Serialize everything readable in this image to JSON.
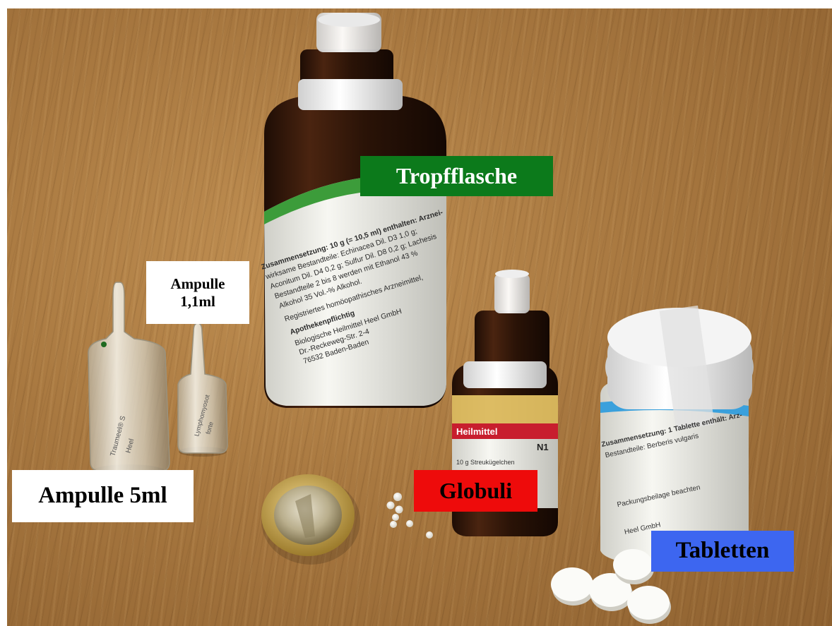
{
  "labels": {
    "tropfflasche": "Tropfflasche",
    "ampulle_small_line1": "Ampulle",
    "ampulle_small_line2": "1,1ml",
    "ampulle_large": "Ampulle 5ml",
    "globuli": "Globuli",
    "tabletten": "Tabletten"
  },
  "bottle_label": {
    "line1": "Zusammensetzung: 10 g (= 10,5 ml) enthalten: Arznei-",
    "line2": "wirksame Bestandteile: Echinacea Dil. D3 1,0 g;",
    "line3": "Aconitum Dil. D4 0,2 g; Sulfur Dil. D8 0,2 g; Lachesis",
    "line4": "Bestandteile 2 bis 8 werden mit Ethanol 43 %",
    "line5": "Alkohol 35 Vol.-% Alkohol.",
    "line6": "Registriertes homöopathisches Arzneimittel,",
    "line7": "Apothekenpflichtig",
    "line8": "Biologische Heilmittel Heel GmbH",
    "line9": "Dr.-Reckeweg-Str. 2-4",
    "line10": "76532 Baden-Baden"
  },
  "globuli_label": {
    "brand": "Heilmittel",
    "size": "N1",
    "content": "10 g Streukügelchen"
  },
  "tablet_label": {
    "line1": "Zusammensetzung: 1 Tablette enthält: Arz-",
    "line2": "Bestandteile: Berberis vulgaris",
    "line3": "Packungsbeilage beachten",
    "line4": "Heel GmbH"
  },
  "ampoule_large_label": {
    "line1": "Traumeel® S",
    "line2": "Heel"
  },
  "ampoule_small_label": {
    "line1": "Lymphomyosot",
    "line2": "forte"
  },
  "colors": {
    "table": "#a87840",
    "green_label": "#0c7a1b",
    "red_label": "#ee0b0b",
    "blue_label": "#3d66f0",
    "bottle_glass": "#3a1c0c"
  }
}
